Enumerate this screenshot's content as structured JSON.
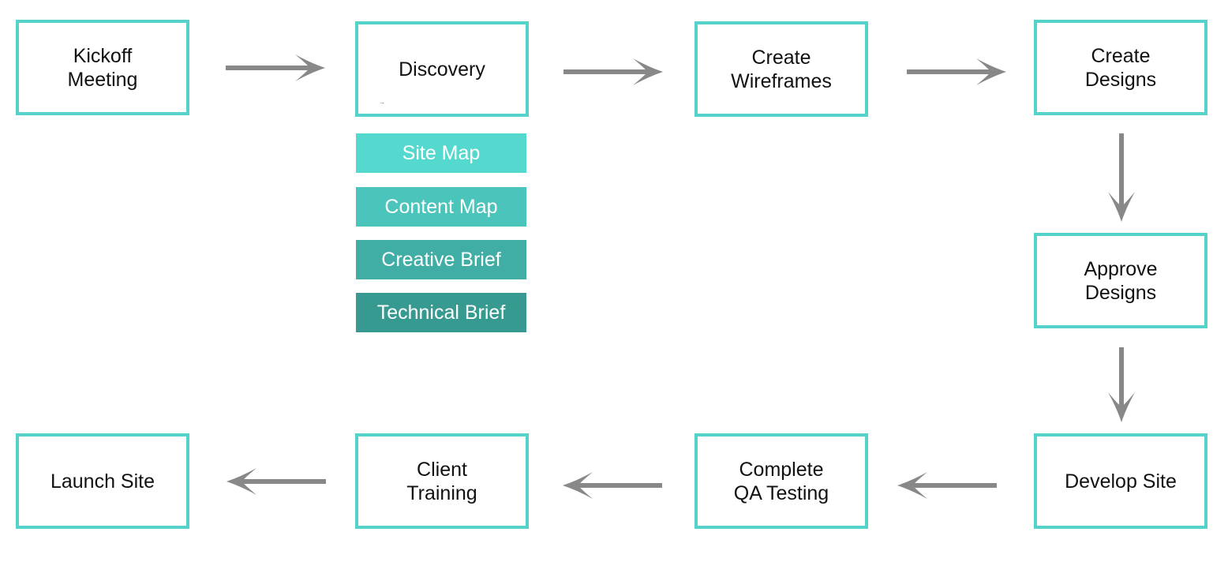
{
  "diagram": {
    "steps": {
      "kickoff": "Kickoff\nMeeting",
      "discovery": "Discovery",
      "wireframes": "Create\nWireframes",
      "create_designs": "Create\nDesigns",
      "approve_designs": "Approve\nDesigns",
      "develop_site": "Develop Site",
      "qa_testing": "Complete\nQA Testing",
      "client_training": "Client\nTraining",
      "launch_site": "Launch Site"
    },
    "discovery_outputs": [
      {
        "label": "Site Map",
        "color": "#55d9cf"
      },
      {
        "label": "Content Map",
        "color": "#4bc4bb"
      },
      {
        "label": "Creative Brief",
        "color": "#40aea5"
      },
      {
        "label": "Technical Brief",
        "color": "#369a91"
      }
    ],
    "colors": {
      "box_border": "#55d3cb",
      "arrow": "#888888",
      "text": "#111111"
    }
  }
}
